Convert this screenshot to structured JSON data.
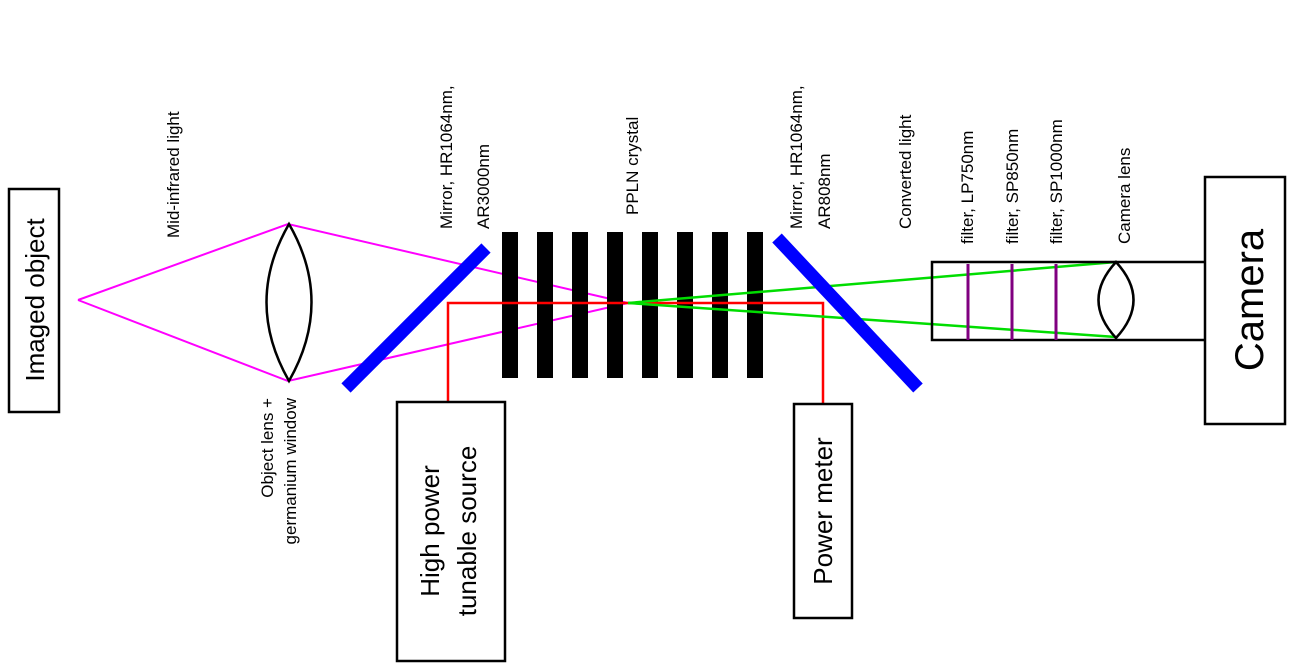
{
  "labels": {
    "imaged_object": "Imaged object",
    "mid_ir_light": "Mid-infrared light",
    "object_lens_1": "Object lens +",
    "object_lens_2": "germanium window",
    "mirror1_1": "Mirror, HR1064nm,",
    "mirror1_2": "AR3000nm",
    "ppln": "PPLN crystal",
    "mirror2_1": "Mirror, HR1064nm,",
    "mirror2_2": "AR808nm",
    "converted_light": "Converted light",
    "filter1": "filter, LP750nm",
    "filter2": "filter, SP850nm",
    "filter3": "filter, SP1000nm",
    "camera_lens": "Camera lens",
    "camera": "Camera",
    "source_1": "High power",
    "source_2": "tunable source",
    "power_meter": "Power meter"
  },
  "colors": {
    "mid_ir_beam": "#ff00ff",
    "pump_beam": "#ff0000",
    "converted_beam": "#00dd00",
    "mirror": "#0000ff",
    "filter": "#800080",
    "crystal": "#000000"
  }
}
